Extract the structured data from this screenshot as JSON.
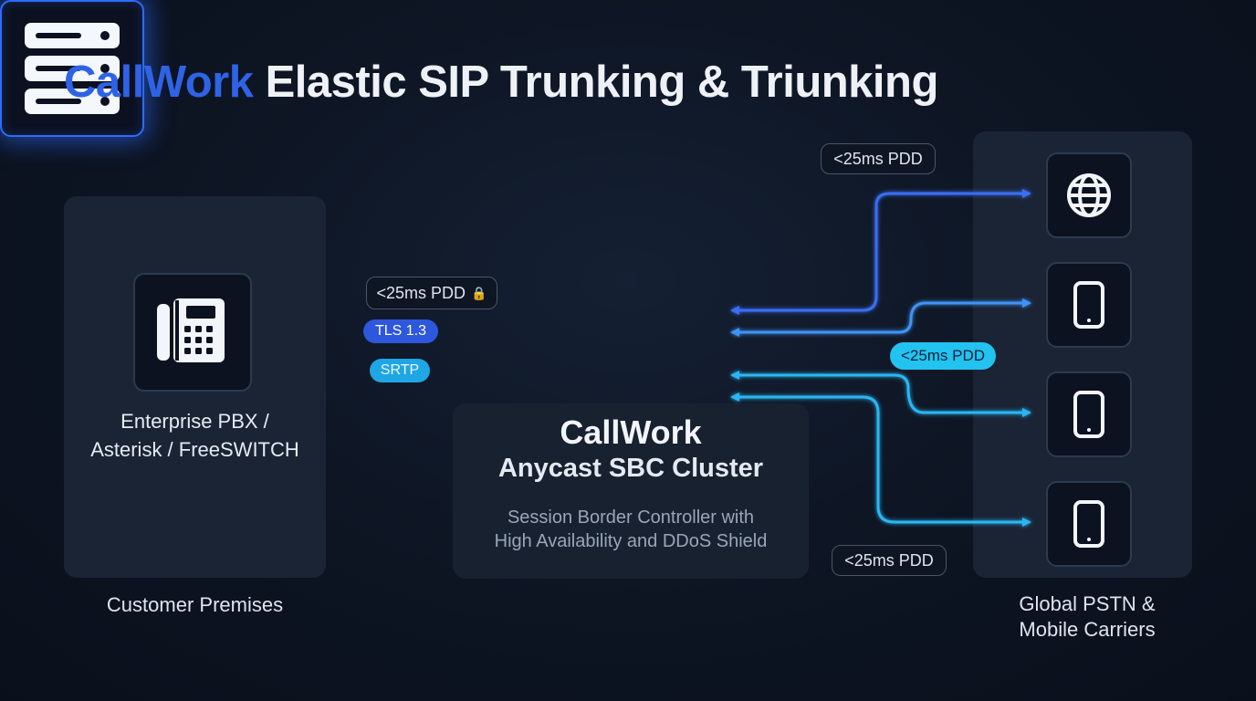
{
  "title": {
    "brand": "CallWork",
    "rest": "Elastic SIP Trunking & Triunking"
  },
  "customer": {
    "pbx_line1": "Enterprise PBX /",
    "pbx_line2": "Asterisk / FreeSWITCH",
    "section_label": "Customer Premises"
  },
  "links": {
    "tls": "TLS 1.3",
    "srtp": "SRTP",
    "pdd_left": "<25ms PDD"
  },
  "sbc": {
    "title": "CallWork",
    "subtitle": "Anycast SBC Cluster",
    "desc_line1": "Session Border Controller with",
    "desc_line2": "High Availability and DDoS Shield"
  },
  "carriers": {
    "pdd_top": "<25ms PDD",
    "pdd_mid": "<25ms PDD",
    "pdd_bottom": "<25ms PDD",
    "label_line1": "Global PSTN &",
    "label_line2": "Mobile Carriers",
    "destinations": [
      "globe-icon",
      "mobile-phone-icon",
      "mobile-phone-icon",
      "mobile-phone-icon"
    ]
  },
  "colors": {
    "brand": "#2f63e6",
    "tls": "#2d57dd",
    "srtp": "#1fa6e4",
    "server_glow": "#2d6bff"
  }
}
